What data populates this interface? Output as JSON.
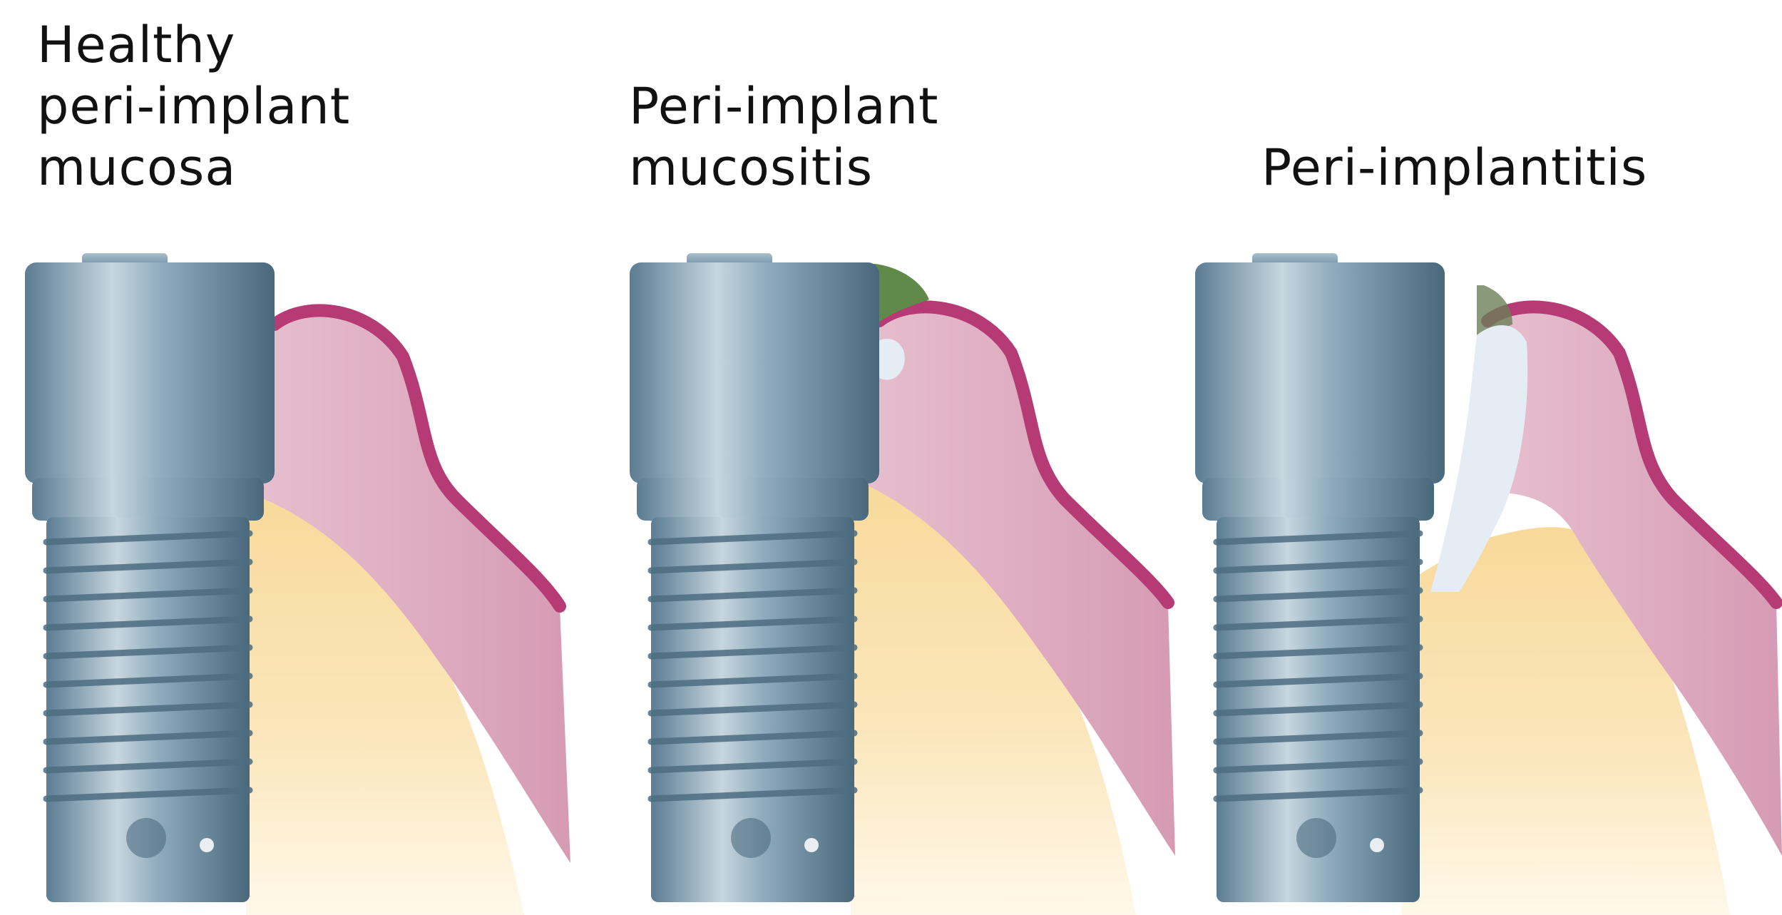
{
  "panels": [
    {
      "id": "healthy",
      "title_lines": [
        "Healthy",
        "peri-implant",
        "mucosa"
      ]
    },
    {
      "id": "mucositis",
      "title_lines": [
        "Peri-implant",
        "mucositis"
      ]
    },
    {
      "id": "implantitis",
      "title_lines": [
        "Peri-implantitis"
      ]
    }
  ],
  "colors": {
    "implant": "#7f9fb3",
    "mucosa": "#d9a9bd",
    "mucosa_edge": "#b63a74",
    "bone": "#fbe5b4",
    "plaque": "#5f8a4a",
    "lesion": "#e6ecf3"
  }
}
